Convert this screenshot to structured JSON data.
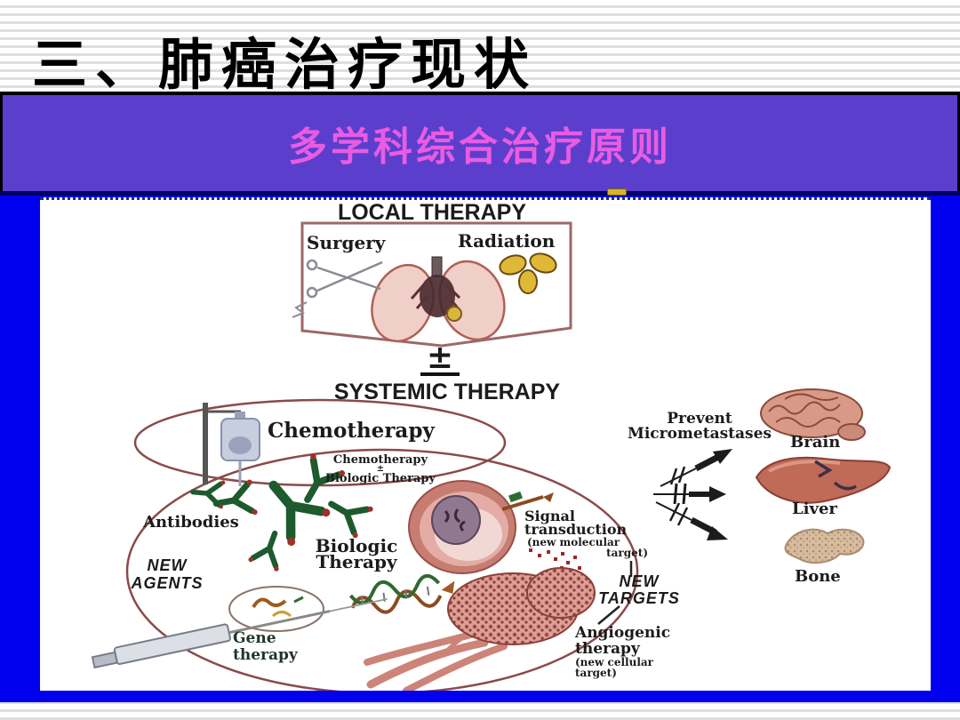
{
  "slide": {
    "title": "三、肺癌治疗现状",
    "banner_text": "多学科综合治疗原则"
  },
  "colors": {
    "banner_bg": "#5b3fcc",
    "banner_text": "#e95ce2",
    "content_bg": "#0000ee",
    "panel_bg": "#ffffff",
    "title_color": "#000000",
    "ellipse_stroke": "#8b4a4a",
    "antibody_green": "#1d5a2e",
    "radiation_yellow": "#e0b838"
  },
  "diagram": {
    "local": {
      "title": "LOCAL THERAPY",
      "surgery": "Surgery",
      "radiation": "Radiation"
    },
    "pm_top": "±",
    "systemic_title": "SYSTEMIC THERAPY",
    "chemotherapy": "Chemotherapy",
    "combo": {
      "line1": "Chemotherapy",
      "pm": "±",
      "line2": "Biologic Therapy"
    },
    "antibodies": "Antibodies",
    "new_agents": {
      "line1": "NEW",
      "line2": "AGENTS"
    },
    "biologic": {
      "line1": "Biologic",
      "line2": "Therapy"
    },
    "signal": {
      "line1": "Signal",
      "line2": "transduction",
      "sub1": "(new molecular",
      "sub2": "target)"
    },
    "new_targets": {
      "line1": "NEW",
      "line2": "TARGETS"
    },
    "angiogenic": {
      "line1": "Angiogenic",
      "line2": "therapy",
      "sub1": "(new cellular",
      "sub2": "target)"
    },
    "gene": {
      "line1": "Gene",
      "line2": "therapy"
    },
    "prevent": {
      "line1": "Prevent",
      "line2": "Micrometastases"
    },
    "organs": {
      "brain": "Brain",
      "liver": "Liver",
      "bone": "Bone"
    }
  }
}
